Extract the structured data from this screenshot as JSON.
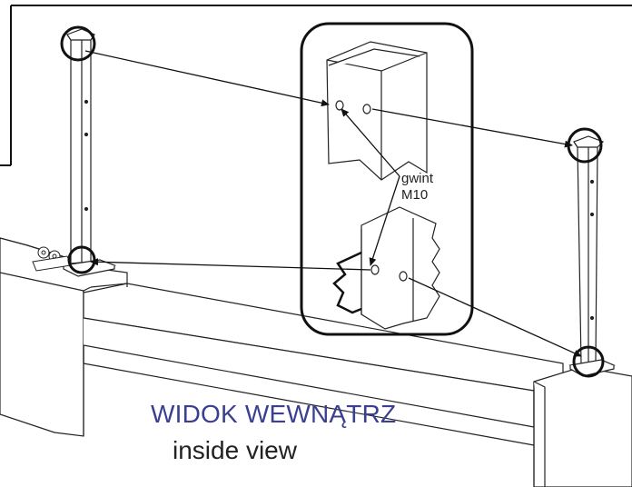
{
  "callout": {
    "line1": "gwint",
    "line2": "M10"
  },
  "view": {
    "title": "WIDOK WEWNĄTRZ",
    "subtitle": "inside view"
  },
  "colors": {
    "ink": "#111111",
    "title": "#3b3f8f"
  }
}
